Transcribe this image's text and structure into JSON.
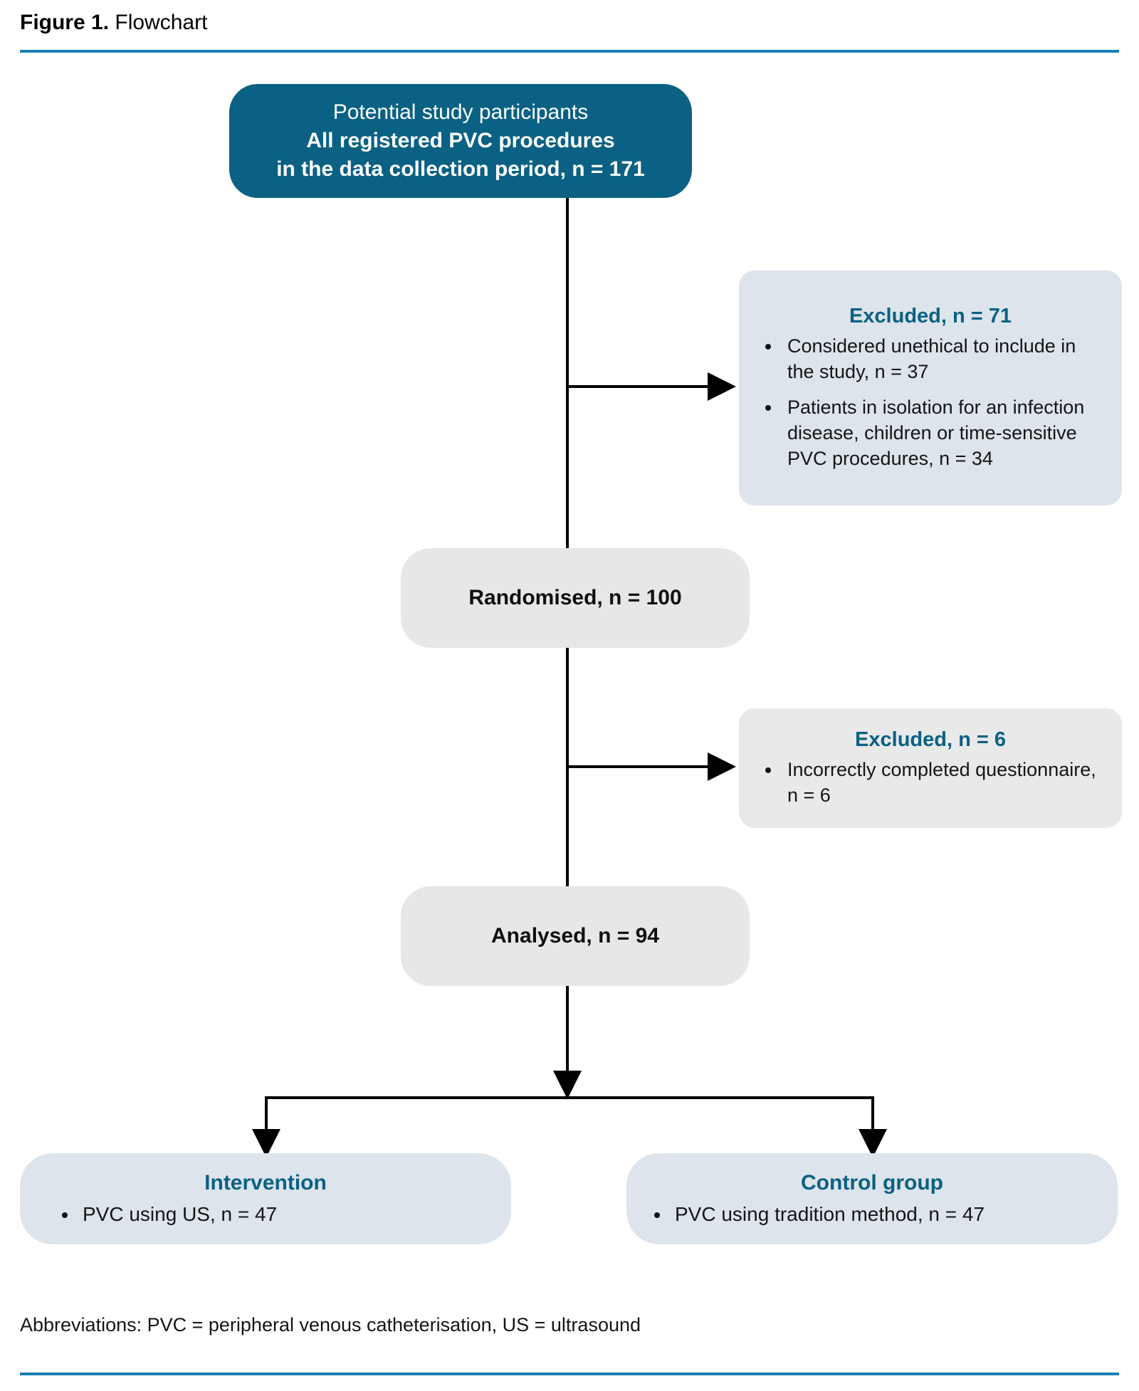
{
  "figure": {
    "label": "Figure 1.",
    "caption": "Flowchart"
  },
  "colors": {
    "accent_rule": "#1b7fb5",
    "primary_teal": "#0a6183",
    "card_blue_gray": "#dde4ec",
    "card_gray": "#e9e9ea",
    "pill_gray": "#e6e7e8",
    "connector": "#000000"
  },
  "nodes": {
    "top": {
      "line1": "Potential study participants",
      "line2": "All registered PVC procedures",
      "line3": "in the data collection period, n = 171"
    },
    "randomised": {
      "label": "Randomised, n = 100"
    },
    "analysed": {
      "label": "Analysed, n = 94"
    },
    "excluded_1": {
      "title": "Excluded, n = 71",
      "items": [
        "Considered unethical to include in the study, n = 37",
        "Patients in isolation for an infection disease, children or time-sensitive PVC procedures, n = 34"
      ]
    },
    "excluded_2": {
      "title": "Excluded, n = 6",
      "items": [
        "Incorrectly completed questionnaire, n = 6"
      ]
    },
    "intervention": {
      "title": "Intervention",
      "items": [
        "PVC using US, n = 47"
      ]
    },
    "control": {
      "title": "Control group",
      "items": [
        "PVC using tradition method, n = 47"
      ]
    }
  },
  "footnote": {
    "text": "Abbreviations: PVC = peripheral venous catheterisation, US = ultrasound"
  },
  "chart_data": {
    "type": "diagram",
    "title": "Figure 1. Flowchart",
    "subtype": "CONSORT participant flow",
    "nodes": [
      {
        "id": "potential",
        "label": "Potential study participants — All registered PVC procedures in the data collection period",
        "n": 171
      },
      {
        "id": "excluded_1",
        "label": "Excluded",
        "n": 71
      },
      {
        "id": "excluded_1a",
        "label": "Considered unethical to include in the study",
        "n": 37
      },
      {
        "id": "excluded_1b",
        "label": "Patients in isolation for an infection disease, children or time-sensitive PVC procedures",
        "n": 34
      },
      {
        "id": "randomised",
        "label": "Randomised",
        "n": 100
      },
      {
        "id": "excluded_2",
        "label": "Excluded",
        "n": 6
      },
      {
        "id": "excluded_2a",
        "label": "Incorrectly completed questionnaire",
        "n": 6
      },
      {
        "id": "analysed",
        "label": "Analysed",
        "n": 94
      },
      {
        "id": "intervention",
        "label": "Intervention — PVC using US",
        "n": 47
      },
      {
        "id": "control",
        "label": "Control group — PVC using tradition method",
        "n": 47
      }
    ],
    "edges": [
      {
        "from": "potential",
        "to": "excluded_1",
        "direction": "right"
      },
      {
        "from": "potential",
        "to": "randomised",
        "direction": "down"
      },
      {
        "from": "randomised",
        "to": "excluded_2",
        "direction": "right"
      },
      {
        "from": "randomised",
        "to": "analysed",
        "direction": "down"
      },
      {
        "from": "analysed",
        "to": "intervention",
        "direction": "down-left"
      },
      {
        "from": "analysed",
        "to": "control",
        "direction": "down-right"
      }
    ]
  }
}
